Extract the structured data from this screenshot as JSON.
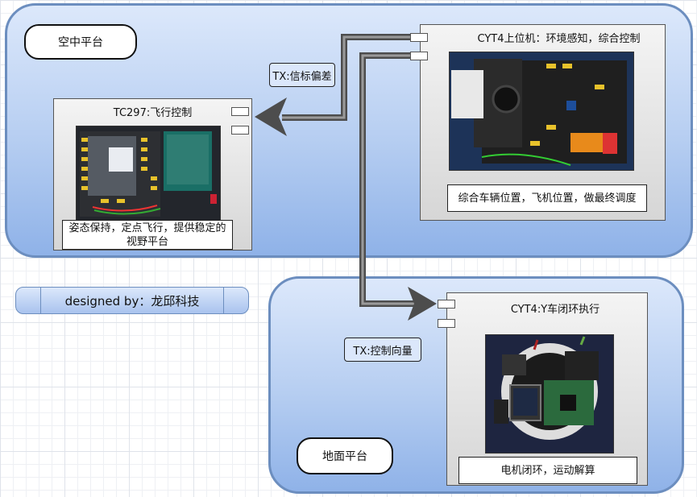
{
  "platforms": {
    "air": {
      "label": "空中平台"
    },
    "ground": {
      "label": "地面平台"
    }
  },
  "components": {
    "tc297": {
      "title": "TC297:飞行控制",
      "caption": "姿态保持，定点飞行，提供稳定的视野平台"
    },
    "cyt4_host": {
      "title": "CYT4上位机：环境感知，综合控制",
      "caption": "综合车辆位置，飞机位置，做最终调度"
    },
    "cyt4_car": {
      "title": "CYT4:Y车闭环执行",
      "caption": "电机闭环，运动解算"
    }
  },
  "edges": {
    "to_tc297": {
      "label": "TX:信标偏差"
    },
    "to_car": {
      "label": "TX:控制向量"
    }
  },
  "credit": {
    "label": "designed by：龙邱科技"
  },
  "colors": {
    "platform_border": "#6c8ebf",
    "platform_fill": "#b5cdf1",
    "arrow": "#555555",
    "component_fill": "#e2e2e2"
  }
}
